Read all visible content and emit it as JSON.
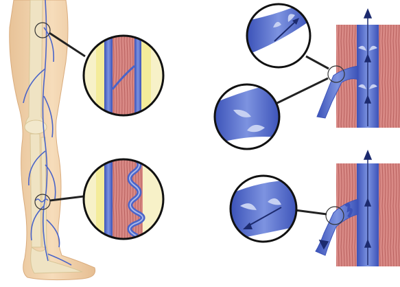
{
  "figure": {
    "panels": [
      {
        "id": "leg",
        "content": "leg-with-superficial-veins"
      },
      {
        "id": "zoom-healthy",
        "content": "magnified-healthy-vein"
      },
      {
        "id": "zoom-varicose",
        "content": "magnified-varicose-vein"
      },
      {
        "id": "valve-healthy",
        "content": "open-valve-upward-flow"
      },
      {
        "id": "valve-closed",
        "content": "closed-valve-detail"
      },
      {
        "id": "valve-incompetent",
        "content": "leaky-valve-backflow"
      }
    ],
    "colors": {
      "skin": "#f3d6b0",
      "bone": "#efe3c3",
      "vein_blue": "#4a64c8",
      "vein_light": "#a9b8ea",
      "muscle_red": "#d98a86",
      "fat_yellow": "#f6efb0",
      "lens_border": "#111111",
      "arrow": "#1c2a6e"
    }
  }
}
